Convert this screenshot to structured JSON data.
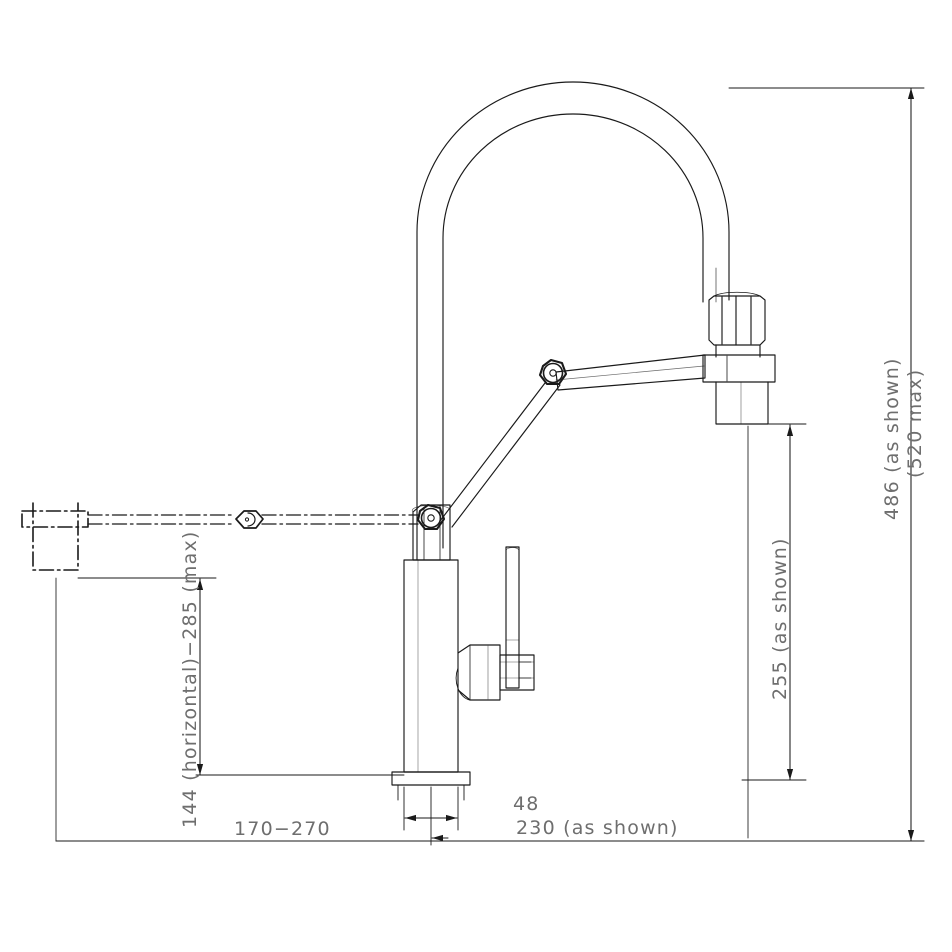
{
  "drawing": {
    "type": "technical-line-drawing",
    "subject": "Pull-down spring kitchen mixer tap — side elevation",
    "units": "mm",
    "line_color": "#1a1a1a",
    "text_color": "#6e6e6e",
    "background": "#ffffff"
  },
  "dimensions": {
    "overall_height": {
      "id": "dim-486",
      "text": "486 (as shown)",
      "value": 486,
      "note": "as shown",
      "orientation": "vertical",
      "position": "right-outer"
    },
    "overall_height_max": {
      "id": "dim-520-max",
      "text": "(520 max)",
      "value": 520,
      "note": "max",
      "orientation": "vertical",
      "position": "right-outer"
    },
    "spout_height": {
      "id": "dim-255",
      "text": "255 (as shown)",
      "value": 255,
      "note": "as shown",
      "orientation": "vertical",
      "position": "right-inner"
    },
    "spray_head_drop": {
      "id": "dim-144-285",
      "text": "144 (horizontal)−285 (max)",
      "value_min": 144,
      "value_max": 285,
      "note": "horizontal / max",
      "orientation": "vertical",
      "position": "left"
    },
    "reach_range": {
      "id": "dim-170-270",
      "text": "170−270",
      "value_min": 170,
      "value_max": 270,
      "orientation": "horizontal",
      "position": "bottom-left"
    },
    "base_offset": {
      "id": "dim-48",
      "text": "48",
      "value": 48,
      "orientation": "horizontal",
      "position": "bottom-center"
    },
    "spout_reach": {
      "id": "dim-230",
      "text": "230 (as shown)",
      "value": 230,
      "note": "as shown",
      "orientation": "horizontal",
      "position": "bottom-right"
    }
  },
  "parts": {
    "gooseneck": "gooseneck-arch-tube",
    "spring_arm": "spring-arm-link",
    "upper_pivot": "upper-pivot-hex-nut",
    "lower_pivot": "lower-pivot-hex-nut",
    "spray_head": "spray-head-assembly",
    "body_column": "faucet-body-column",
    "lever_handle": "lever-handle",
    "base_flange": "base-flange",
    "phantom_head": "phantom-spray-head-horizontal",
    "phantom_arm": "phantom-hose-arm-horizontal",
    "phantom_joint": "phantom-hex-joint"
  }
}
